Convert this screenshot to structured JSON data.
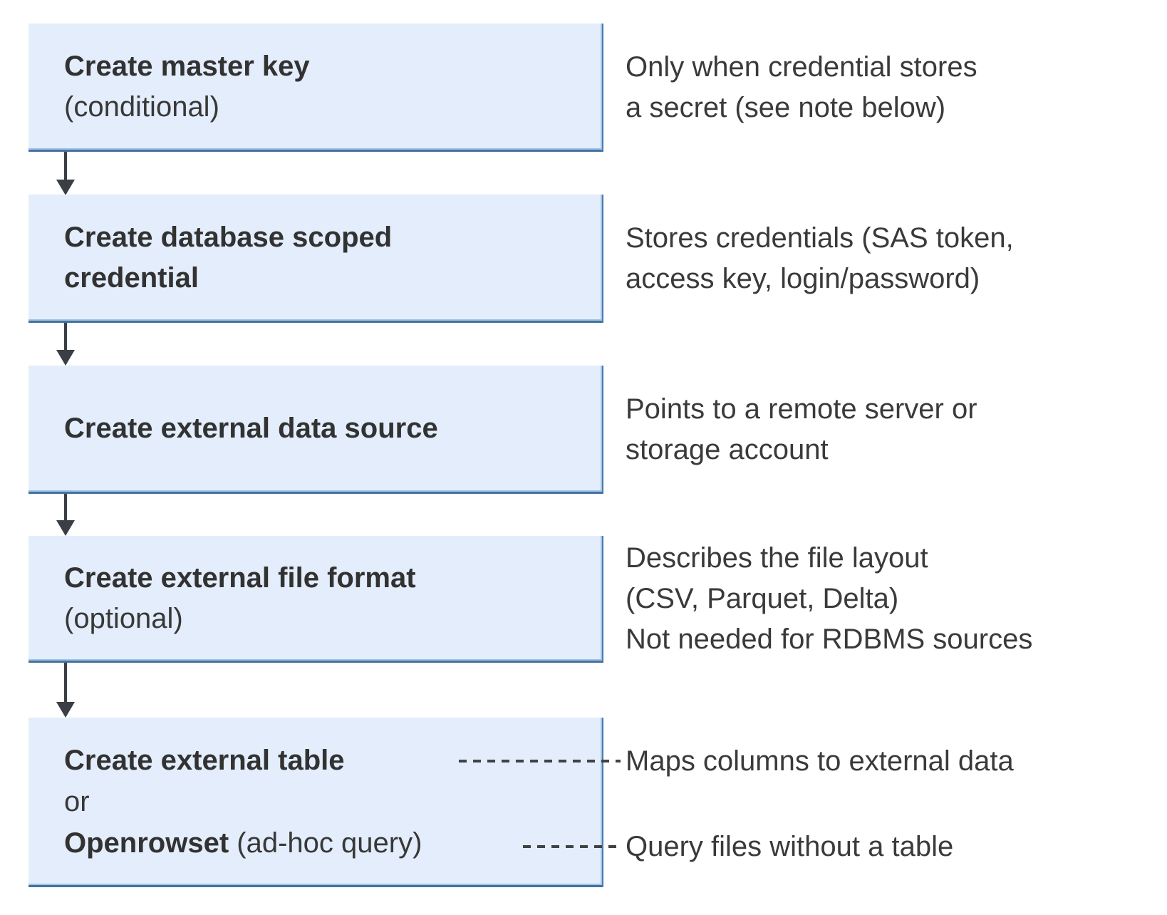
{
  "page": {
    "background": "#ffffff"
  },
  "colors": {
    "box_fill": "#e3edfb",
    "box_border_dark": "#44719f",
    "box_border_right": "#4d7dae",
    "box_border_inner_highlight": "#9ec4e6",
    "arrow": "#3a3f45",
    "connector_dash": "#3f4347",
    "title_text": "#323232",
    "note_text": "#3a3a3a"
  },
  "flow": {
    "steps": [
      {
        "title": "Create master key",
        "subtitle": "(conditional)",
        "note": "Only when credential stores\na secret (see note below)"
      },
      {
        "title": "Create database scoped\ncredential",
        "note": "Stores credentials (SAS token,\naccess key, login/password)"
      },
      {
        "title": "Create external data source",
        "note": "Points to a remote server or\nstorage account"
      },
      {
        "title": "Create external file format",
        "subtitle": "(optional)",
        "note": "Describes the file layout\n(CSV, Parquet, Delta)\nNot needed for RDBMS sources"
      },
      {
        "title": "Create external table",
        "or_label": "or",
        "alt_title": "Openrowset",
        "alt_suffix": " (ad-hoc query)",
        "note_table": "Maps columns to external data",
        "note_openrowset": "Query files without a table"
      }
    ]
  }
}
